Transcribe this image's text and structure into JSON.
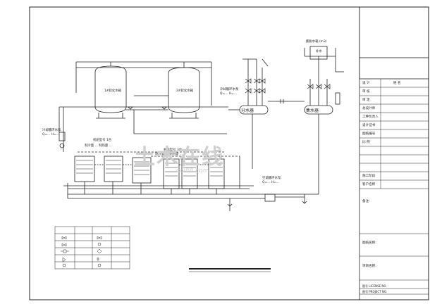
{
  "expansion_tank": {
    "label": "膨胀水箱 (m3)",
    "makeup": "补水"
  },
  "tanks": [
    {
      "label": "1#软化水箱"
    },
    {
      "label": "2#软化水箱"
    }
  ],
  "headers": {
    "distributor": "分水器",
    "collector": "集水器"
  },
  "pump_labels": {
    "supply_pump": "冷却循环水泵",
    "supply_pump_spec": "Q=... H=...",
    "main_pump": "空调循环水泵",
    "main_pump_spec": "Q=... H=...",
    "left_pump": "冷却循环水泵",
    "left_pump_spec": "Q=... H=..."
  },
  "chiller_groups": [
    {
      "label": "机组型号 1台",
      "spec": "制冷量 ... 制热量 ..."
    },
    {
      "label": "机组型号 3台",
      "spec": "制冷量 ... 制热量 ..."
    }
  ],
  "legend": {
    "rows": [
      {
        "a": "",
        "b": ""
      },
      {
        "a": "",
        "b": ""
      },
      {
        "a": "",
        "b": ""
      },
      {
        "a": "",
        "b": ""
      },
      {
        "a": "",
        "b": ""
      },
      {
        "a": "",
        "b": ""
      }
    ]
  },
  "title_block": {
    "rows": [
      {
        "label": "设 计",
        "value": "姓 名"
      },
      {
        "label": "审 核",
        "value": ""
      },
      {
        "label": "审 定",
        "value": ""
      },
      {
        "label": "总设计师",
        "value": ""
      },
      {
        "label": "工种负责人",
        "value": ""
      },
      {
        "label": "设计证书",
        "value": ""
      },
      {
        "label": "图纸编号",
        "value": ""
      },
      {
        "label": "比 例",
        "value": ""
      },
      {
        "label": "施工阶段",
        "value": ""
      },
      {
        "label": "客户名称",
        "value": ""
      }
    ],
    "note1": "备注:",
    "note2": "图纸名称:",
    "note3": "项目名称:",
    "bottom1": "图号 LICENSE NO.",
    "bottom2": "图号 PROJECT NO."
  },
  "watermark": {
    "text": "土木在线",
    "sub": "col88.com"
  }
}
